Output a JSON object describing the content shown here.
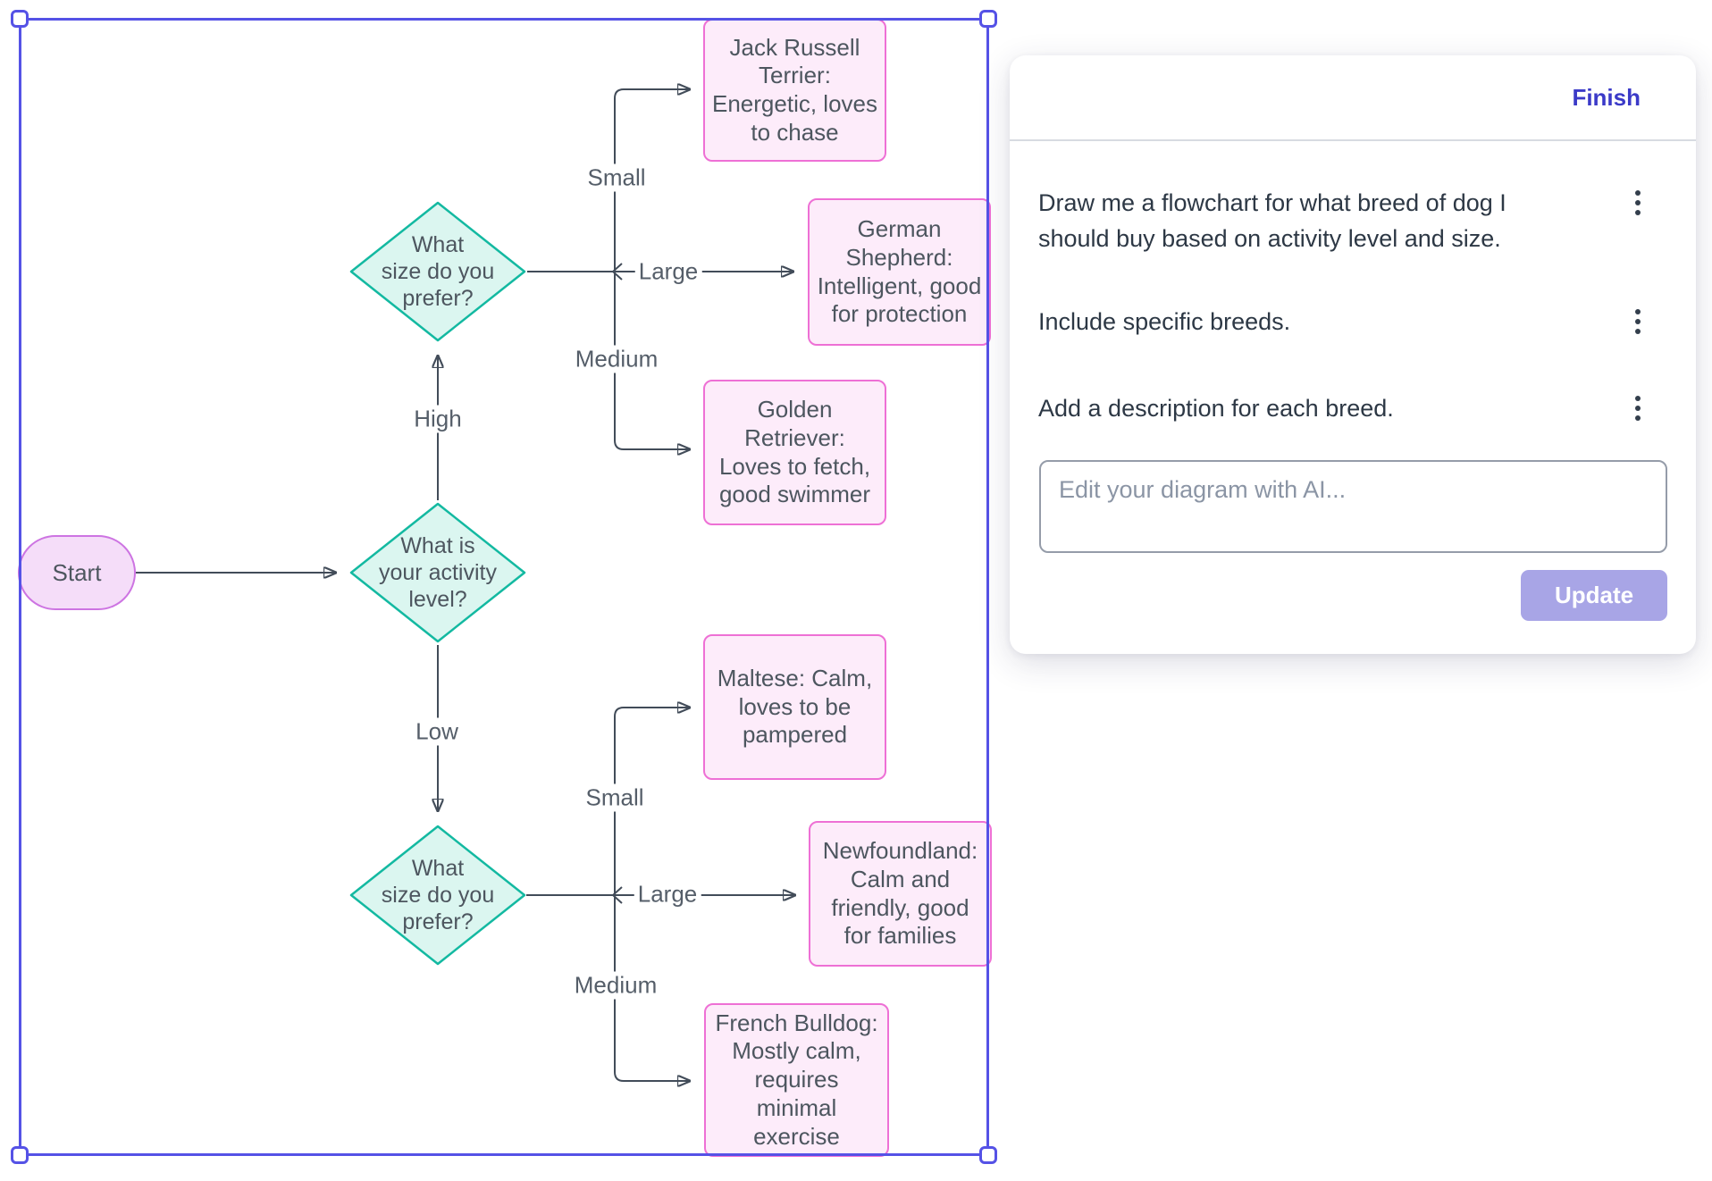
{
  "diagram": {
    "nodes": {
      "start": {
        "label": "Start",
        "type": "terminator"
      },
      "activity": {
        "lines": [
          "What is",
          "your activity",
          "level?"
        ],
        "type": "decision"
      },
      "size_top": {
        "lines": [
          "What",
          "size do you",
          "prefer?"
        ],
        "type": "decision"
      },
      "size_bottom": {
        "lines": [
          "What",
          "size do you",
          "prefer?"
        ],
        "type": "decision"
      },
      "jack_russell": {
        "lines": [
          "Jack Russell",
          "Terrier:",
          "Energetic, loves",
          "to chase"
        ],
        "type": "process"
      },
      "german_shepherd": {
        "lines": [
          "German",
          "Shepherd:",
          "Intelligent, good",
          "for protection"
        ],
        "type": "process"
      },
      "golden_retriever": {
        "lines": [
          "Golden",
          "Retriever:",
          "Loves to fetch,",
          "good swimmer"
        ],
        "type": "process"
      },
      "maltese": {
        "lines": [
          "Maltese: Calm,",
          "loves to be",
          "pampered"
        ],
        "type": "process"
      },
      "newfoundland": {
        "lines": [
          "Newfoundland:",
          "Calm and",
          "friendly, good",
          "for families"
        ],
        "type": "process"
      },
      "french_bulldog": {
        "lines": [
          "French Bulldog:",
          "Mostly calm,",
          "requires",
          "minimal",
          "exercise"
        ],
        "type": "process"
      }
    },
    "edge_labels": {
      "high": "High",
      "low": "Low",
      "small_top": "Small",
      "large_top": "Large",
      "medium_top": "Medium",
      "small_bottom": "Small",
      "large_bottom": "Large",
      "medium_bottom": "Medium"
    },
    "colors": {
      "selection": "#5552e6",
      "decision_fill": "#dbf6f0",
      "decision_stroke": "#13b9a1",
      "process_fill": "#fdecfa",
      "process_stroke": "#ee70d5",
      "terminator_fill": "#f5ddf9",
      "terminator_stroke": "#cd74e2",
      "connector": "#424c59"
    }
  },
  "panel": {
    "finish_label": "Finish",
    "prompts": [
      {
        "text": "Draw me a flowchart for what breed of dog I should buy based on activity level and size."
      },
      {
        "text": "Include specific breeds."
      },
      {
        "text": "Add a description for each breed."
      }
    ],
    "input": {
      "placeholder": "Edit your diagram with AI...",
      "value": ""
    },
    "update_label": "Update",
    "colors": {
      "finish_text": "#3b3ac8",
      "update_bg": "#a8a5e6"
    }
  }
}
